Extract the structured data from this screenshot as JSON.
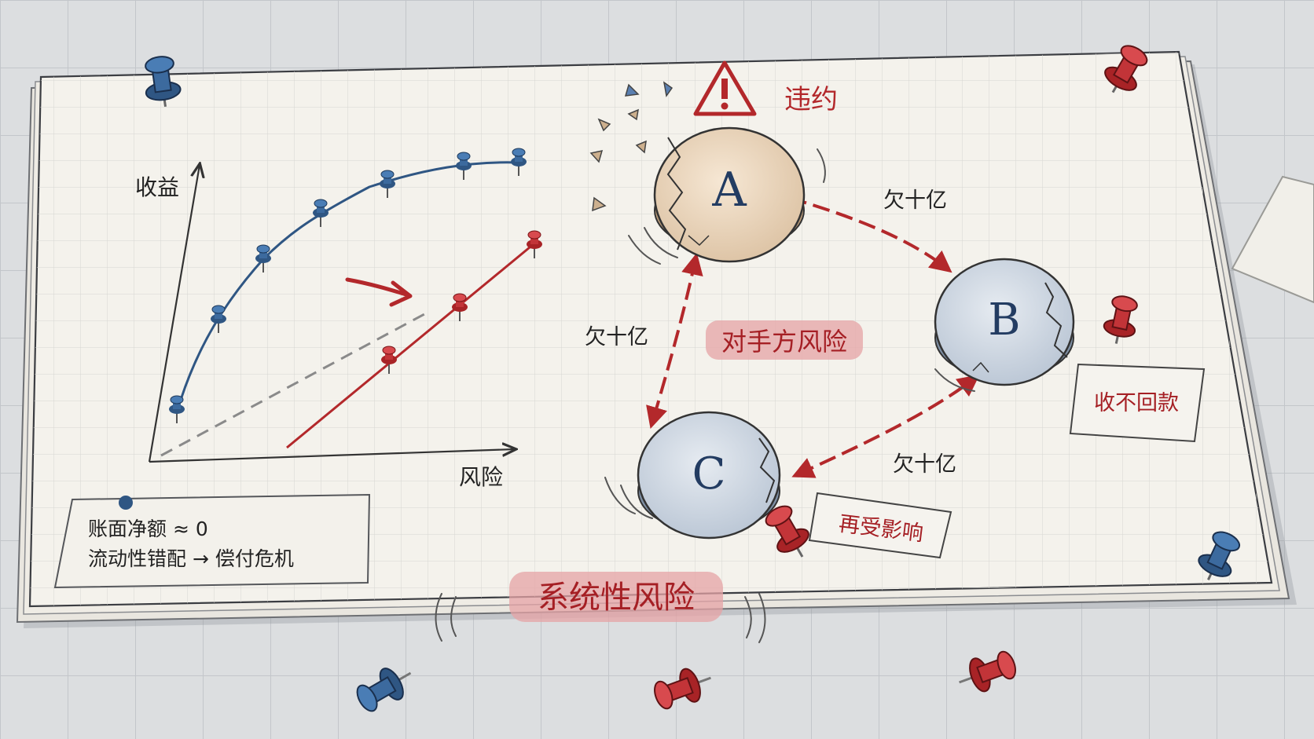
{
  "chart": {
    "y_axis_label": "收益",
    "x_axis_label": "风险"
  },
  "legend": {
    "line1": "账面净额 ≈ 0",
    "line2": "流动性错配 → 偿付危机"
  },
  "nodes": {
    "a": "A",
    "b": "B",
    "c": "C"
  },
  "labels": {
    "default": "违约",
    "edge_ab": "欠十亿",
    "edge_ac": "欠十亿",
    "edge_cb": "欠十亿",
    "counterparty_risk": "对手方风险",
    "cannot_collect": "收不回款",
    "affected_again": "再受影响",
    "systemic_risk": "系统性风险"
  },
  "colors": {
    "blue_ink": "#2f5683",
    "red_ink": "#b3282b",
    "paper": "#f3f0e8",
    "highlight": "#e6a3a6"
  }
}
